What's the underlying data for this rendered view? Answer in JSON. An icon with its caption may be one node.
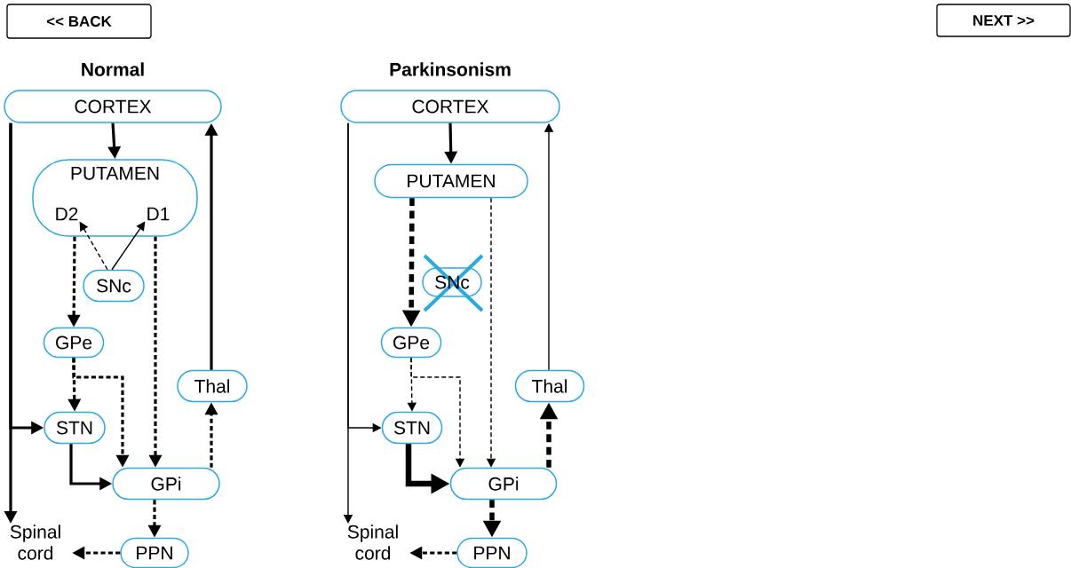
{
  "diagram": {
    "nodes": [
      {
        "text": [
          "<< BACK"
        ]
      },
      {
        "text": [
          "NEXT >>"
        ]
      },
      {
        "text": [
          "CORTEX"
        ]
      },
      {
        "text": [
          "PUTAMEN"
        ]
      },
      {
        "text": [
          "D2"
        ],
        "in": 3
      },
      {
        "text": [
          "D1"
        ],
        "in": 3
      },
      {
        "text": [
          "SNc"
        ]
      },
      {
        "text": [
          "GPe"
        ]
      },
      {
        "text": [
          "STN"
        ]
      },
      {
        "text": [
          "Thal"
        ]
      },
      {
        "text": [
          "GPi"
        ]
      },
      {
        "text": [
          "PPN"
        ]
      },
      {
        "text": [
          "Spinal cord"
        ]
      },
      {
        "text": [
          "CORTEX"
        ]
      },
      {
        "text": [
          "PUTAMEN"
        ]
      },
      {
        "text": [
          "SNc"
        ]
      },
      {
        "text": [
          "GPe"
        ]
      },
      {
        "text": [
          "STN"
        ]
      },
      {
        "text": [
          "Thal"
        ]
      },
      {
        "text": [
          "GPi"
        ]
      },
      {
        "text": [
          "PPN"
        ]
      },
      {
        "text": [
          "Spinal cord"
        ]
      }
    ],
    "edges": [
      {
        "from": 2,
        "to": 12,
        "arrow": "to"
      },
      {
        "from": 2,
        "to": 3,
        "arrow": "to"
      },
      {
        "from": 6,
        "to": 4,
        "arrow": "to",
        "style": "dashed"
      },
      {
        "from": 6,
        "to": 5,
        "arrow": "to"
      },
      {
        "from": 3,
        "to": 7,
        "arrow": "to",
        "style": "dashed"
      },
      {
        "from": 3,
        "to": 10,
        "arrow": "to",
        "style": "dashed"
      },
      {
        "from": 7,
        "to": 8,
        "arrow": "to",
        "style": "dashed"
      },
      {
        "from": 7,
        "to": 10,
        "arrow": "to",
        "style": "dashed"
      },
      {
        "from": 2,
        "to": 8,
        "arrow": "to"
      },
      {
        "from": 8,
        "to": 10,
        "arrow": "to"
      },
      {
        "from": 10,
        "to": 9,
        "arrow": "to",
        "style": "dashed"
      },
      {
        "from": 9,
        "to": 2,
        "arrow": "to"
      },
      {
        "from": 10,
        "to": 11,
        "arrow": "to",
        "style": "dashed"
      },
      {
        "from": 11,
        "to": 12,
        "arrow": "to",
        "style": "dashed"
      },
      {
        "from": 13,
        "to": 21,
        "arrow": "to"
      },
      {
        "from": 13,
        "to": 14,
        "arrow": "to"
      },
      {
        "from": 14,
        "to": 16,
        "arrow": "to",
        "style": "dashed"
      },
      {
        "from": 14,
        "to": 19,
        "arrow": "to",
        "style": "dashed"
      },
      {
        "from": 16,
        "to": 17,
        "arrow": "to",
        "style": "dashed"
      },
      {
        "from": 16,
        "to": 19,
        "arrow": "to",
        "style": "dashed"
      },
      {
        "from": 13,
        "to": 17,
        "arrow": "to"
      },
      {
        "from": 17,
        "to": 19,
        "arrow": "to",
        "style": "thick"
      },
      {
        "from": 19,
        "to": 18,
        "arrow": "to",
        "style": "dashed"
      },
      {
        "from": 18,
        "to": 13,
        "arrow": "to"
      },
      {
        "from": 19,
        "to": 20,
        "arrow": "to",
        "style": "dashed"
      },
      {
        "from": 20,
        "to": 21,
        "arrow": "to",
        "style": "dashed"
      }
    ],
    "labels": [
      "Normal",
      "Parkinsonism"
    ]
  }
}
